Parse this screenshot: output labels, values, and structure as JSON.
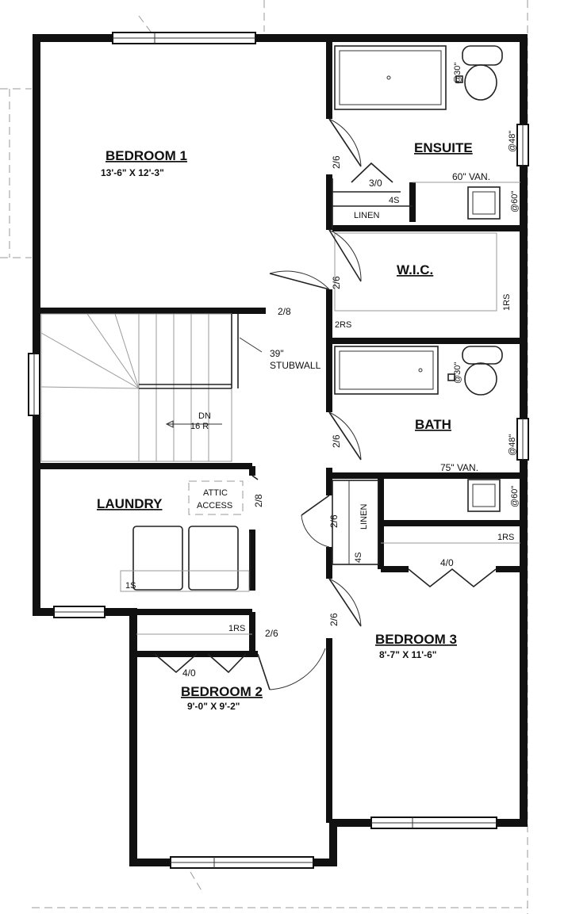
{
  "rooms": {
    "bedroom1": {
      "name": "BEDROOM 1",
      "dims": "13'-6\" X 12'-3\""
    },
    "ensuite": {
      "name": "ENSUITE"
    },
    "wic": {
      "name": "W.I.C."
    },
    "bath": {
      "name": "BATH"
    },
    "laundry": {
      "name": "LAUNDRY"
    },
    "bedroom2": {
      "name": "BEDROOM 2",
      "dims": "9'-0\" X 9'-2\""
    },
    "bedroom3": {
      "name": "BEDROOM 3",
      "dims": "8'-7\" X 11'-6\""
    }
  },
  "labels": {
    "door_26": "2/6",
    "door_28": "2/8",
    "door_30": "3/0",
    "door_40": "4/0",
    "linen": "LINEN",
    "shelf_4s": "4S",
    "shelf_1s": "1S",
    "rod_1rs": "1RS",
    "rod_2rs": "2RS",
    "van_60": "60\" VAN.",
    "van_75": "75\" VAN.",
    "fixture_30": "@30\"",
    "fixture_60": "@60\"",
    "fixture_48": "@48\"",
    "stubwall_39": "39\"",
    "stubwall": "STUBWALL",
    "stair_dn": "DN",
    "stair_16r": "16 R",
    "attic_1": "ATTIC",
    "attic_2": "ACCESS"
  }
}
